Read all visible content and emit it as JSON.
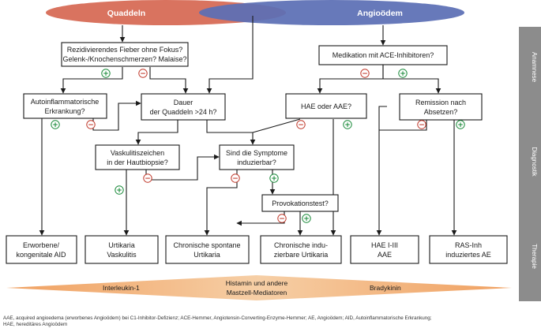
{
  "header": {
    "left_label": "Quaddeln",
    "right_label": "Angioödem",
    "left_color": "#d9735f",
    "right_color": "#5b6fb5"
  },
  "boxes": {
    "fever": [
      "Rezidivierendes Fieber ohne Fokus?",
      "Gelenk-/Knochenschmerzen? Malaise?"
    ],
    "ace": [
      "Medikation mit ACE-Inhibitoren?"
    ],
    "autoinflam": [
      "Autoinflammatorische",
      "Erkrankung?"
    ],
    "duration": [
      "Dauer",
      "der Quaddeln >24 h?"
    ],
    "hae_aae": [
      "HAE oder AAE?"
    ],
    "remission": [
      "Remission nach",
      "Absetzen?"
    ],
    "vasculitis": [
      "Vaskulitiszeichen",
      "in der Hautbiopsie?"
    ],
    "inducible": [
      "Sind die Symptome",
      "induzierbar?"
    ],
    "provocation": [
      "Provokationstest?"
    ],
    "aid": [
      "Erworbene/",
      "kongenitale AID"
    ],
    "urtikaria_vask": [
      "Urtikaria",
      "Vaskulitis"
    ],
    "csu": [
      "Chronische spontane",
      "Urtikaria"
    ],
    "cindu": [
      "Chronische indu-",
      "zierbare Urtikaria"
    ],
    "hae": [
      "HAE I-III",
      "AAE"
    ],
    "ras": [
      "RAS-Inh",
      "induziertes AE"
    ]
  },
  "signs": {
    "positive": "+",
    "negative": "−"
  },
  "side_labels": [
    "Anamnese",
    "Diagnostik",
    "Therapie"
  ],
  "mediators": {
    "left": "Interleukin-1",
    "center": [
      "Histamin und andere",
      "Mastzell-Mediatoren"
    ],
    "right": "Bradykinin",
    "color_start": "#f0a060",
    "color_end": "#f6cfa6"
  },
  "footnote": [
    "AAE, acquired angioedema (erworbenes Angioödem) bei C1-Inhibitor-Defizienz; ACE-Hemmer, Angiotensin-Converting-Enzyme-Hemmer; AE, Angioödem; AID, Autoinflammatorische Erkrankung;",
    "HAE, hereditäres Angioödem"
  ]
}
